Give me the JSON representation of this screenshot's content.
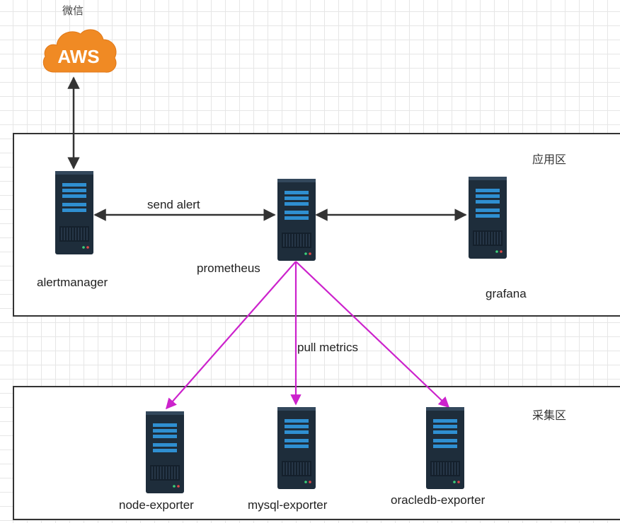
{
  "top_label": "微信",
  "cloud": {
    "text": "AWS",
    "color": "#f08a24"
  },
  "zones": {
    "app": {
      "label": "应用区"
    },
    "collect": {
      "label": "采集区"
    }
  },
  "nodes": {
    "alertmanager": "alertmanager",
    "prometheus": "prometheus",
    "grafana": "grafana",
    "node_exporter": "node-exporter",
    "mysql_exporter": "mysql-exporter",
    "oracledb_exporter": "oracledb-exporter"
  },
  "edges": {
    "send_alert": "send alert",
    "pull_metrics": "pull metrics"
  },
  "colors": {
    "server_body": "#1e2d3b",
    "server_bar": "#2f8fd1",
    "pull_arrow": "#cc22cc",
    "arrow": "#333333"
  }
}
